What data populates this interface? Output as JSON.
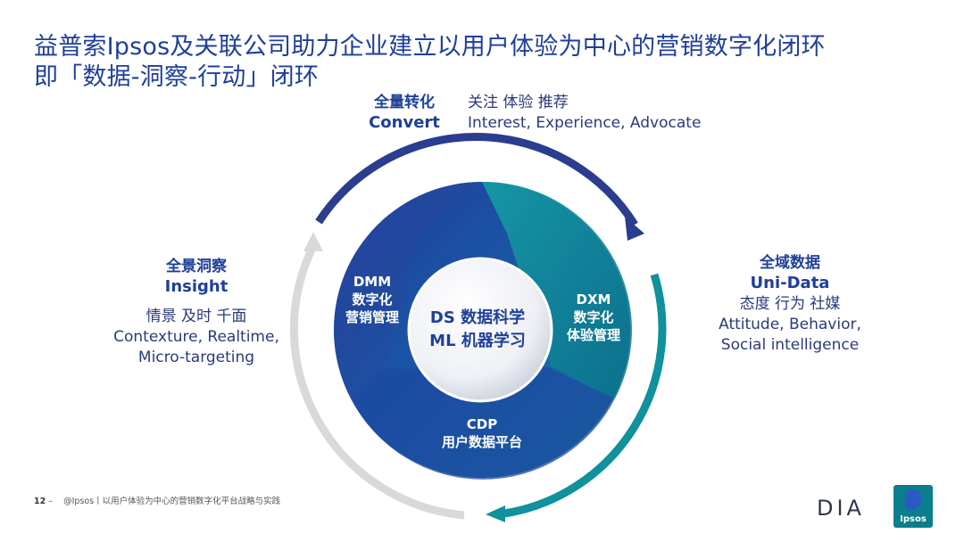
{
  "title": {
    "line1": "益普索Ipsos及关联公司助力企业建立以用户体验为中心的营销数字化闭环",
    "line2": "即「数据-洞察-行动」闭环"
  },
  "convert": {
    "zh": "全量转化",
    "en": "Convert",
    "desc_zh": "关注 体验 推荐",
    "desc_en": "Interest, Experience, Advocate"
  },
  "unidata": {
    "zh": "全域数据",
    "en": "Uni-Data",
    "desc_zh": "态度 行为 社媒",
    "desc_en1": "Attitude, Behavior,",
    "desc_en2": "Social intelligence"
  },
  "insight": {
    "zh": "全景洞察",
    "en": "Insight",
    "desc_zh": "情景 及时 千面",
    "desc_en1": "Contexture, Realtime,",
    "desc_en2": "Micro-targeting"
  },
  "inner": {
    "dmm": {
      "en": "DMM",
      "zh1": "数字化",
      "zh2": "营销管理"
    },
    "dxm": {
      "en": "DXM",
      "zh1": "数字化",
      "zh2": "体验管理"
    },
    "cdp": {
      "en": "CDP",
      "zh": "用户数据平台"
    }
  },
  "center": {
    "line1": "DS 数据科学",
    "line2": "ML 机器学习"
  },
  "footer": {
    "page": "12",
    "dash": "–",
    "text": "@Ipsos丨以用户体验为中心的营销数字化平台战略与实践"
  },
  "logos": {
    "dia": "DIA",
    "ipsos": "Ipsos"
  },
  "colors": {
    "title": "#1f3f9a",
    "arc_blue": "#2a3d8f",
    "arc_teal": "#10919b",
    "arc_grey": "#d9d9d9",
    "ring_dark": "#1f3f9a",
    "ring_teal": "#0e8f9e"
  }
}
